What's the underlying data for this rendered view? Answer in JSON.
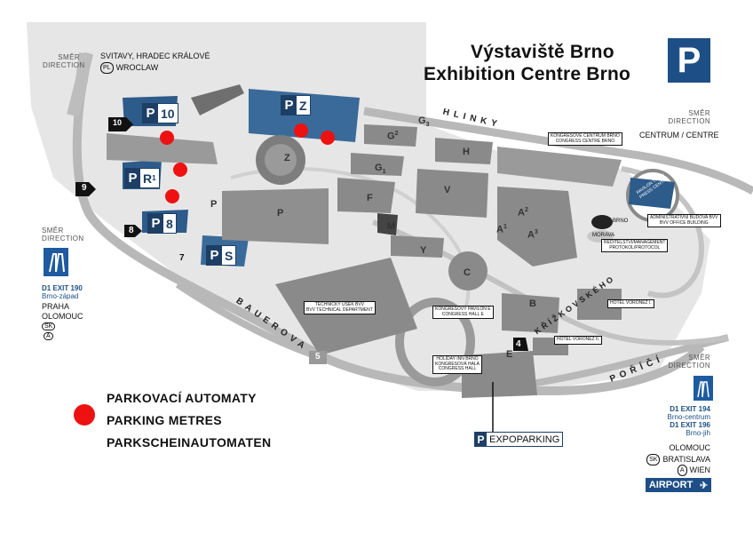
{
  "title": {
    "cz": "Výstaviště Brno",
    "en": "Exhibition Centre Brno",
    "parking_symbol": "P"
  },
  "directions": {
    "nw": {
      "label1": "SMĚR",
      "label2": "DIRECTION",
      "route1": "SVITAVY, HRADEC KRÁLOVÉ",
      "route2_badge": "PL",
      "route2": "WROCLAW"
    },
    "ne": {
      "label1": "SMĚR",
      "label2": "DIRECTION",
      "route": "CENTRUM / CENTRE"
    },
    "w": {
      "label1": "SMĚR",
      "label2": "DIRECTION",
      "exit": "D1 EXIT 190",
      "exit_name": "Brno-západ",
      "city1": "PRAHA",
      "city2": "OLOMOUC",
      "badge1": "SK",
      "badge2": "A"
    },
    "se": {
      "label1": "SMĚR",
      "label2": "DIRECTION",
      "exit1": "D1 EXIT 194",
      "exit1_name": "Brno-centrum",
      "exit2": "D1 EXIT 196",
      "exit2_name": "Brno-jih",
      "city1": "OLOMOUC",
      "badge1": "SK",
      "city2": "BRATISLAVA",
      "badge2": "A",
      "city3": "WIEN",
      "airport": "AIRPORT"
    }
  },
  "streets": {
    "hlinky": "HLINKY",
    "bauerova": "BAUEROVA",
    "porici": "POŘÍČÍ",
    "krizkovskeho": "KŘÍŽKOVSKÉHO"
  },
  "gates": [
    "10",
    "9",
    "8",
    "7",
    "5",
    "4"
  ],
  "parking_lots": [
    {
      "id": "p10",
      "p": "P",
      "value": "10"
    },
    {
      "id": "pz",
      "p": "P",
      "value": "Z"
    },
    {
      "id": "pr1",
      "p": "P",
      "value": "R",
      "sub": "1"
    },
    {
      "id": "p8",
      "p": "P",
      "value": "8"
    },
    {
      "id": "ps",
      "p": "P",
      "value": "S"
    },
    {
      "id": "expo",
      "p": "P",
      "value": "EXPOPARKING"
    }
  ],
  "buildings": {
    "Z": "Z",
    "P": "P",
    "P2": "P",
    "G1": "G",
    "G1sub": "1",
    "G2": "G",
    "G2sub": "2",
    "G3": "G",
    "G3sub": "3",
    "H": "H",
    "F": "F",
    "V": "V",
    "M": "M",
    "Y": "Y",
    "C": "C",
    "A1": "A",
    "A1sub": "1",
    "A2": "A",
    "A2sub": "2",
    "A3": "A",
    "A3sub": "3",
    "B": "B",
    "E": "E",
    "BRNO": "BRNO",
    "MORAVA": "MORAVA"
  },
  "building_labels": [
    {
      "id": "congress_centre",
      "l1": "KONGRESOVÉ CENTRUM BRNO",
      "l2": "CONGRESS CENTRE BRNO"
    },
    {
      "id": "admin",
      "l1": "ADMINISTRATIVNÍ BUDOVA BVV",
      "l2": "BVV OFFICE BUILDING"
    },
    {
      "id": "direction",
      "l1": "ŘEDITELSTVÍ/MANAGEMENT",
      "l2": "PROTOKOL/PROTOCOL"
    },
    {
      "id": "technical",
      "l1": "TECHNICKÝ ÚSEK BVV",
      "l2": "BVV TECHNICAL DEPARTMENT"
    },
    {
      "id": "hall_e",
      "l1": "KONGRESOVÝ PAVILON E",
      "l2": "CONGRESS HALL E"
    },
    {
      "id": "hotel1",
      "l1": "HOTEL VORONĚŽ I.",
      "l2": ""
    },
    {
      "id": "hotel2",
      "l1": "HOTEL VORONĚŽ II.",
      "l2": ""
    },
    {
      "id": "holiday",
      "l1": "HOLIDAY INN BRNO",
      "l2": "KONGRESOVÁ HALA",
      "l3": "CONGRESS HALL"
    },
    {
      "id": "pavilion_press",
      "l1": "PAVILON TISKU",
      "l2": "PRESS CENTRE"
    }
  ],
  "legend": {
    "line1": "PARKOVACÍ AUTOMATY",
    "line2": "PARKING METRES",
    "line3": "PARKSCHEINAUTOMATEN",
    "color": "#ee1111"
  },
  "colors": {
    "parking_blue": "#1d3f66",
    "road_grey": "#b8b8b8",
    "building_grey": "#8a8a8a",
    "meter_red": "#ee1111"
  }
}
